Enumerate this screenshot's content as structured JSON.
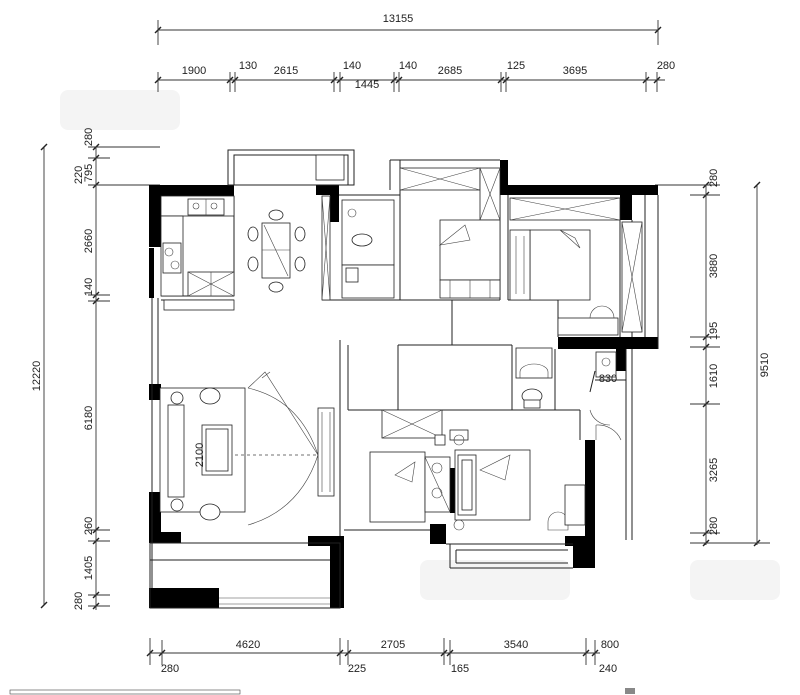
{
  "dimensions": {
    "top_total": "13155",
    "top_segments": [
      "1900",
      "130",
      "2615",
      "140",
      "1445",
      "140",
      "2685",
      "125",
      "3695",
      "280"
    ],
    "bottom_main": [
      "4620",
      "2705",
      "3540",
      "800"
    ],
    "bottom_sub": [
      "280",
      "225",
      "165",
      "240"
    ],
    "left_total": "12220",
    "left_segments": [
      "280",
      "220",
      "795",
      "2660",
      "140",
      "6180",
      "260",
      "1405",
      "280"
    ],
    "right_total": "9510",
    "right_segments": [
      "280",
      "3880",
      "195",
      "1610",
      "3265",
      "280"
    ]
  },
  "labels": {
    "sofa_width": "2100",
    "bath_width": "830"
  }
}
